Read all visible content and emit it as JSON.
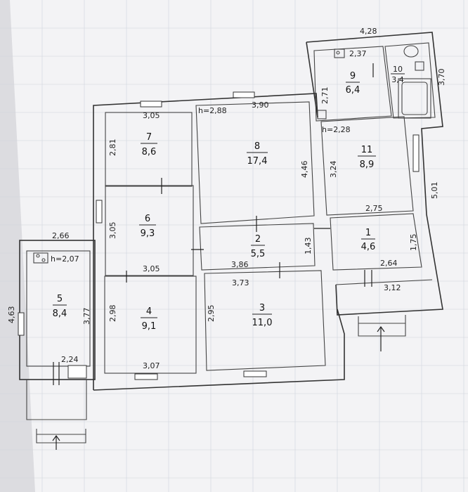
{
  "rooms": [
    {
      "id": "1",
      "number": "1",
      "area": "4,6"
    },
    {
      "id": "2",
      "number": "2",
      "area": "5,5"
    },
    {
      "id": "3",
      "number": "3",
      "area": "11,0"
    },
    {
      "id": "4",
      "number": "4",
      "area": "9,1"
    },
    {
      "id": "5",
      "number": "5",
      "area": "8,4"
    },
    {
      "id": "6",
      "number": "6",
      "area": "9,3"
    },
    {
      "id": "7",
      "number": "7",
      "area": "8,6"
    },
    {
      "id": "8",
      "number": "8",
      "area": "17,4"
    },
    {
      "id": "9",
      "number": "9",
      "area": "6,4"
    },
    {
      "id": "10",
      "number": "10",
      "area": "3,4"
    },
    {
      "id": "11",
      "number": "11",
      "area": "8,9"
    }
  ],
  "heights": {
    "main": "h=2,88",
    "room5": "h=2,07",
    "room11": "h=2,28"
  },
  "dimensions": {
    "d_428": "4,28",
    "d_237": "2,37",
    "d_370": "3,70",
    "d_271": "2,71",
    "d_305_top": "3,05",
    "d_390": "3,90",
    "d_281": "2,81",
    "d_446": "4,46",
    "d_324": "3,24",
    "d_501": "5,01",
    "d_275": "2,75",
    "d_305_left": "3,05",
    "d_266": "2,66",
    "d_143": "1,43",
    "d_175": "1,75",
    "d_305_mid": "3,05",
    "d_386": "3,86",
    "d_264": "2,64",
    "d_373": "3,73",
    "d_312": "3,12",
    "d_463": "4,63",
    "d_377": "3,77",
    "d_298": "2,98",
    "d_295": "2,95",
    "d_224": "2,24",
    "d_307": "3,07"
  }
}
